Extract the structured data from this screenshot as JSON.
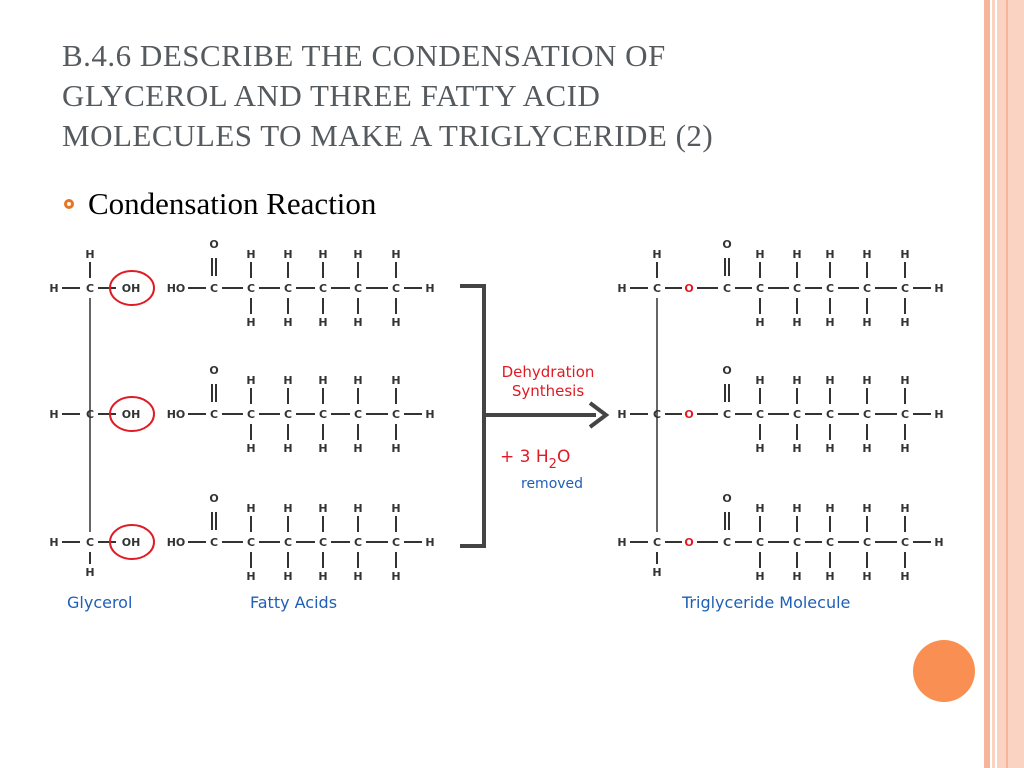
{
  "slide": {
    "title_lines": [
      "B.4.6 DESCRIBE THE CONDENSATION OF",
      "GLYCEROL AND THREE FATTY ACID",
      "MOLECULES TO MAKE A TRIGLYCERIDE (2)"
    ],
    "bullet": "Condensation Reaction"
  },
  "diagram": {
    "atoms": {
      "H": "H",
      "C": "C",
      "O": "O",
      "OH": "OH",
      "HO": "HO"
    },
    "reaction_label_line1": "Dehydration",
    "reaction_label_line2": "Synthesis",
    "water": {
      "prefix": "+ 3 H",
      "subscript": "2",
      "suffix": "O",
      "note": "removed"
    },
    "captions": {
      "glycerol": "Glycerol",
      "fatty_acids": "Fatty Acids",
      "triglyceride": "Triglyceride Molecule"
    }
  },
  "colors": {
    "accent": "#e8741f",
    "highlight_circle": "#e01b24",
    "reaction_label": "#e01b24",
    "caption": "#1f5fb5",
    "stripe_light": "#fbd3c2",
    "stripe_mid": "#f6b59b",
    "deco_circle": "#f98f52"
  },
  "icons": {
    "bullet": "circle-bullet-icon",
    "reaction_arrow": "right-arrow-icon"
  }
}
